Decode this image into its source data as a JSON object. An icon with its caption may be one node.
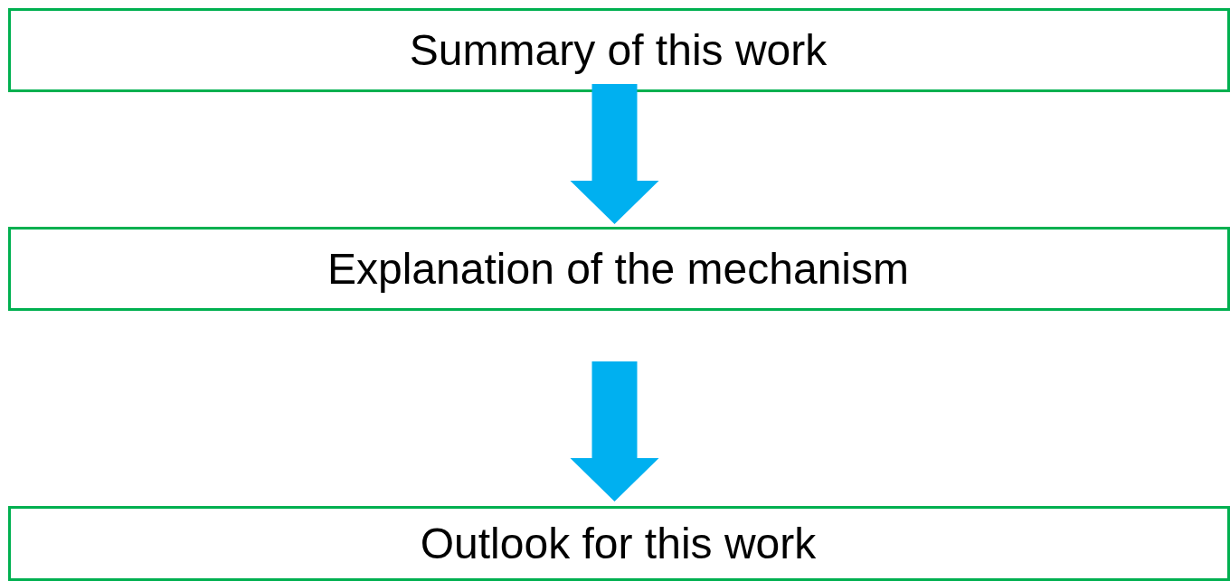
{
  "diagram": {
    "nodes": [
      {
        "text": [
          "Summary of this work"
        ]
      },
      {
        "text": [
          "Explanation of the mechanism"
        ]
      },
      {
        "text": [
          "Outlook for this work"
        ]
      }
    ],
    "edges": [
      {
        "from": 0,
        "to": 1,
        "arrow": "to",
        "color": "#00b0f0"
      },
      {
        "from": 1,
        "to": 2,
        "arrow": "to",
        "color": "#00b0f0"
      }
    ]
  }
}
